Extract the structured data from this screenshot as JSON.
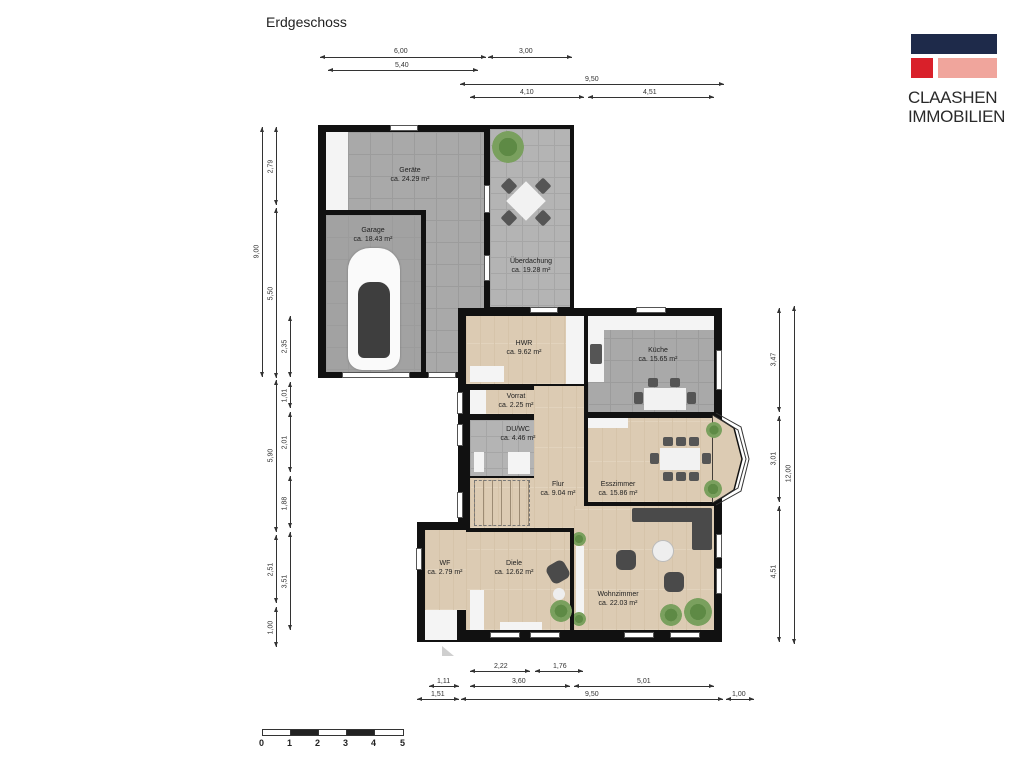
{
  "header": {
    "title": "Erdgeschoss"
  },
  "logo": {
    "line1": "CLAASHEN",
    "line2": "IMMOBILIEN",
    "colors": {
      "navy": "#1e2a4a",
      "red": "#d9202a",
      "pink": "#f0a59c"
    }
  },
  "rooms": [
    {
      "name": "Geräte",
      "area": "ca. 24.29 m²"
    },
    {
      "name": "Garage",
      "area": "ca. 18.43 m²"
    },
    {
      "name": "Überdachung",
      "area": "ca. 19.28 m²"
    },
    {
      "name": "HWR",
      "area": "ca. 9.62 m²"
    },
    {
      "name": "Küche",
      "area": "ca. 15.65 m²"
    },
    {
      "name": "Vorrat",
      "area": "ca. 2.25 m²"
    },
    {
      "name": "DU/WC",
      "area": "ca. 4.46 m²"
    },
    {
      "name": "Flur",
      "area": "ca. 9.04 m²"
    },
    {
      "name": "Esszimmer",
      "area": "ca. 15.86 m²"
    },
    {
      "name": "WF",
      "area": "ca. 2.79 m²"
    },
    {
      "name": "Diele",
      "area": "ca. 12.62 m²"
    },
    {
      "name": "Wohnzimmer",
      "area": "ca. 22.03 m²"
    }
  ],
  "dimensions": {
    "top": [
      "6,00",
      "3,00",
      "5,40",
      "9,50",
      "4,10",
      "4,51"
    ],
    "left": [
      "9,00",
      "2,79",
      "5,50",
      "2,35",
      "1,01",
      "5,90",
      "2,01",
      "1,88",
      "2,51",
      "3,51",
      "1,00"
    ],
    "right": [
      "3,47",
      "3,01",
      "12,00",
      "4,51"
    ],
    "bottom": [
      "2,22",
      "1,76",
      "1,11",
      "3,60",
      "5,01",
      "1,51",
      "9,50",
      "1,00"
    ]
  },
  "scale_bar": {
    "ticks": [
      "0",
      "1",
      "2",
      "3",
      "4",
      "5"
    ]
  }
}
